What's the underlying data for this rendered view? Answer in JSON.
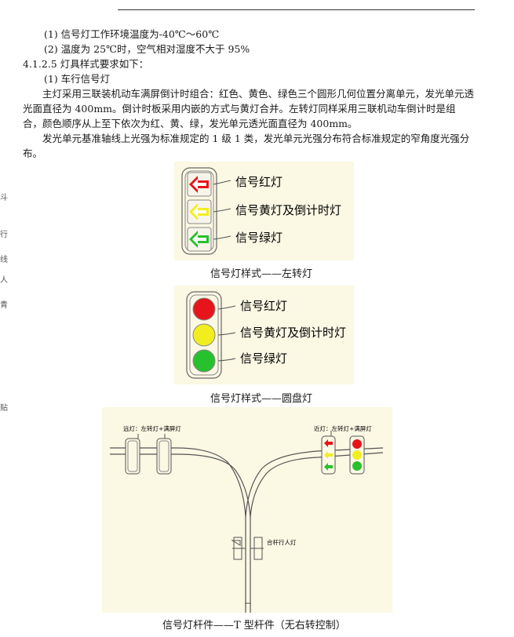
{
  "body": {
    "line1": "(1) 信号灯工作环境温度为-40℃～60℃",
    "line2": "(2) 温度为 25℃时，空气相对湿度不大于 95%",
    "section": "4.1.2.5 灯具样式要求如下：",
    "subsection": "(1)  车行信号灯",
    "para1": "主灯采用三联装机动车满屏倒计时组合：红色、黄色、绿色三个圆形几何位置分离单元，发光单元透光面直径为 400mm。倒计时板采用内嵌的方式与黄灯合并。左转灯同样采用三联机动车倒计时是组合，颜色顺序从上至下依次为红、黄、绿，发光单元透光面直径为 400mm。",
    "para2": "发光单元基准轴线上光强为标准规定的 1 级 1 类，发光单元光强分布符合标准规定的窄角度光强分布。"
  },
  "figure1": {
    "labels": [
      "信号红灯",
      "信号黄灯及倒计时灯",
      "信号绿灯"
    ],
    "caption": "信号灯样式——左转灯"
  },
  "figure2": {
    "labels": [
      "信号红灯",
      "信号黄灯及倒计时灯",
      "信号绿灯"
    ],
    "caption": "信号灯样式——圆盘灯"
  },
  "figure3": {
    "label_far": "远灯：左转灯+满屏灯",
    "label_near": "近灯：左转灯+满屏灯",
    "label_ped": "合杆行人灯",
    "caption": "信号灯杆件——T 型杆件（无右转控制）"
  },
  "margin_chars": [
    "斗",
    "行",
    "线",
    "人",
    "青",
    "贴"
  ],
  "colors": {
    "red": "#e8141b",
    "yellow": "#f2ee1e",
    "green": "#27c12d",
    "figure_bg": "#fbf8e4"
  }
}
